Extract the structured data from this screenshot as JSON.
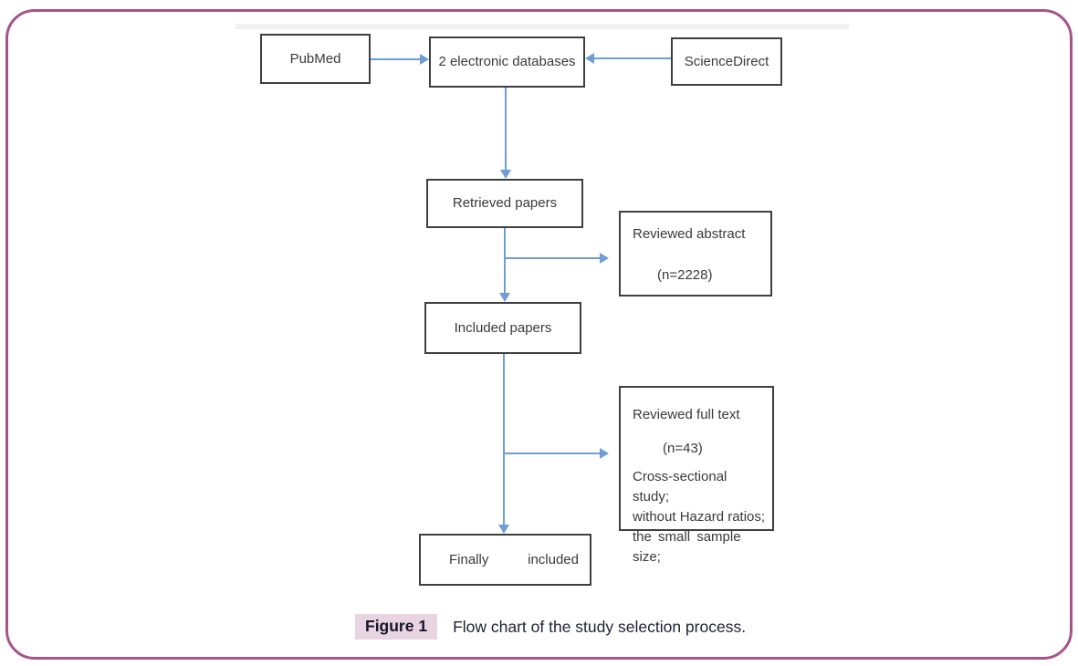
{
  "figure_caption": {
    "label": "Figure 1",
    "text": "Flow chart of the study selection process."
  },
  "flowchart": {
    "nodes": {
      "pubmed": "PubMed",
      "databases": "2 electronic databases",
      "sciencedirect": "ScienceDirect",
      "retrieved": "Retrieved papers",
      "reviewed_abstract": {
        "title": "Reviewed abstract",
        "count": "(n=2228)"
      },
      "included": "Included papers",
      "reviewed_fulltext": {
        "title": "Reviewed full text",
        "count": "(n=43)",
        "reasons": [
          "Cross-sectional study;",
          "without Hazard ratios;",
          "the small sample size;"
        ]
      },
      "finally_included": {
        "word1": "Finally",
        "word2": "included"
      }
    },
    "edges": [
      {
        "from": "PubMed",
        "to": "2 electronic databases"
      },
      {
        "from": "ScienceDirect",
        "to": "2 electronic databases"
      },
      {
        "from": "2 electronic databases",
        "to": "Retrieved papers"
      },
      {
        "from": "Retrieved papers",
        "to": "Reviewed abstract (n=2228)"
      },
      {
        "from": "Retrieved papers",
        "to": "Included papers"
      },
      {
        "from": "Included papers",
        "to": "Reviewed full text (n=43)"
      },
      {
        "from": "Included papers",
        "to": "Finally included"
      }
    ]
  },
  "colors": {
    "frame_border": "#a7548b",
    "arrow": "#6f9ed6",
    "box_border": "#3f3f3f",
    "box_text": "#3a3a3a",
    "caption_highlight": "#e9d4e2",
    "caption_text": "#1e2236"
  }
}
